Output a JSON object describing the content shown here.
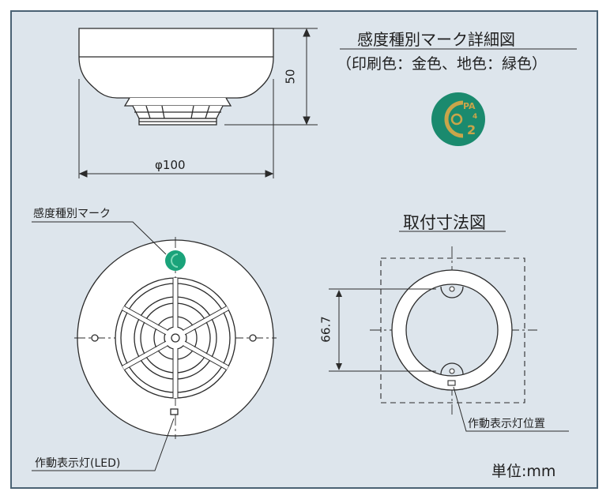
{
  "mark_detail": {
    "title": "感度種別マーク詳細図",
    "subtitle": "（印刷色：金色、地色：緑色）",
    "letters_top": "PA",
    "digit_small": "4",
    "digit_large": "2",
    "ring_color": "#1a8a6e",
    "print_color": "#c9a54a"
  },
  "side_view": {
    "height_dim": "50",
    "diameter_dim": "φ100"
  },
  "top_view": {
    "mark_label": "感度種別マーク",
    "led_label": "作動表示灯(LED)",
    "mark_color": "#1aa37a"
  },
  "mount_view": {
    "title": "取付寸法図",
    "pitch_dim": "66.7",
    "led_label": "作動表示灯位置"
  },
  "unit_label": "単位:mm"
}
